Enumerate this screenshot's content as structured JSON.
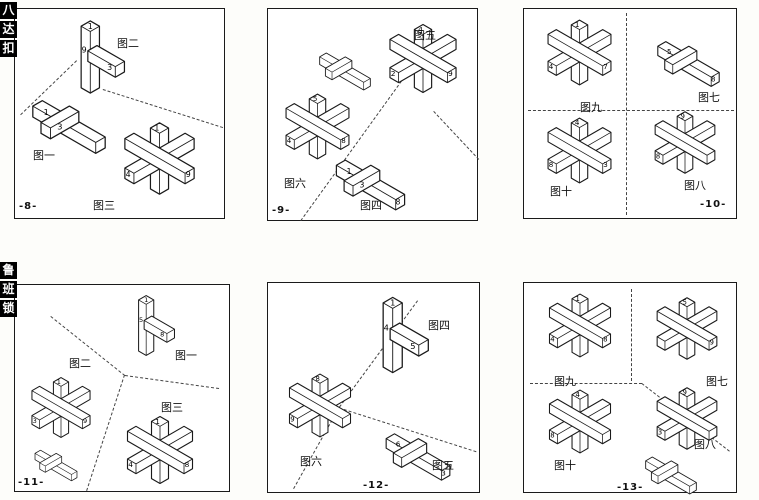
{
  "colors": {
    "ink": "#1a1a1a",
    "paper": "#ffffff"
  },
  "side_labels": [
    {
      "chars": [
        "八",
        "达",
        "扣"
      ]
    },
    {
      "chars": [
        "鲁",
        "班",
        "锁"
      ]
    }
  ],
  "panels": [
    {
      "page": "-8-",
      "figures": [
        {
          "label": "图二",
          "nums": [
            "1",
            "9",
            "3"
          ]
        },
        {
          "label": "图一",
          "nums": [
            "1",
            "3",
            ""
          ]
        },
        {
          "label": "图三",
          "nums": [
            "1",
            "4",
            "9"
          ]
        }
      ]
    },
    {
      "page": "-9-",
      "figures": [
        {
          "label": "图五",
          "nums": [
            "4",
            "2",
            "9"
          ]
        },
        {
          "label": "图六",
          "nums": [
            "5",
            "4",
            "8"
          ]
        },
        {
          "label": "图四",
          "nums": [
            "1",
            "3",
            "8"
          ]
        }
      ]
    },
    {
      "page": "-10-",
      "figures": [
        {
          "label": "图九",
          "nums": [
            "1",
            "4",
            "7"
          ]
        },
        {
          "label": "图七",
          "nums": [
            "5",
            "8",
            ""
          ]
        },
        {
          "label": "图八",
          "nums": [
            "9",
            "8",
            ""
          ]
        },
        {
          "label": "图十",
          "nums": [
            "4",
            "8",
            "3"
          ]
        }
      ]
    },
    {
      "page": "-11-",
      "figures": [
        {
          "label": "图二",
          "nums": [
            "1",
            "3",
            "9"
          ]
        },
        {
          "label": "图一",
          "nums": [
            "1",
            "5",
            "8"
          ]
        },
        {
          "label": "图三",
          "nums": [
            "1",
            "4",
            "8"
          ]
        }
      ]
    },
    {
      "page": "-12-",
      "figures": [
        {
          "label": "图四",
          "nums": [
            "1",
            "4",
            "5"
          ]
        },
        {
          "label": "图六",
          "nums": [
            "8",
            "9",
            ""
          ]
        },
        {
          "label": "图五",
          "nums": [
            "6",
            "3",
            ""
          ]
        }
      ]
    },
    {
      "page": "-13-",
      "figures": [
        {
          "label": "图九",
          "nums": [
            "1",
            "4",
            "8"
          ]
        },
        {
          "label": "图七",
          "nums": [
            "5",
            "9",
            ""
          ]
        },
        {
          "label": "图十",
          "nums": [
            "4",
            "8",
            ""
          ]
        },
        {
          "label": "图八",
          "nums": [
            "9",
            "3",
            ""
          ]
        }
      ]
    }
  ]
}
